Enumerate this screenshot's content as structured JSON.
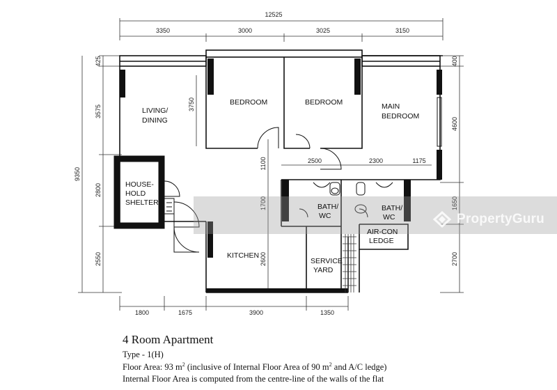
{
  "dimensions": {
    "overall_width": "12525",
    "top": [
      "3350",
      "3000",
      "3025",
      "3150"
    ],
    "bottom": [
      "1800",
      "1675",
      "3900",
      "1350"
    ],
    "left": [
      "425",
      "3575",
      "2800",
      "2550"
    ],
    "left_total": "9350",
    "right": [
      "400",
      "4600",
      "1650",
      "2700"
    ],
    "interior": {
      "living_depth": "3750",
      "corridor_top": "2500",
      "corridor_mid": "2300",
      "corridor_right": "1175",
      "door_gap": "1100",
      "bath_height": "1700",
      "kitchen_depth": "2600"
    }
  },
  "rooms": {
    "living_line1": "LIVING/",
    "living_line2": "DINING",
    "bedroom1": "BEDROOM",
    "bedroom2": "BEDROOM",
    "main_bedroom_line1": "MAIN",
    "main_bedroom_line2": "BEDROOM",
    "shelter_line1": "HOUSE-",
    "shelter_line2": "HOLD",
    "shelter_line3": "SHELTER",
    "bath1_line1": "BATH/",
    "bath1_line2": "WC",
    "bath2_line1": "BATH/",
    "bath2_line2": "WC",
    "aircon_line1": "AIR-CON",
    "aircon_line2": "LEDGE",
    "kitchen": "KITCHEN",
    "service_line1": "SERVICE",
    "service_line2": "YARD"
  },
  "caption": {
    "title": "4 Room Apartment",
    "type": "Type - 1(H)",
    "floor_area_prefix": "Floor Area: 93 m",
    "floor_area_sup": "2",
    "floor_area_mid": "  (inclusive of Internal Floor Area of 90 m",
    "floor_area_sup2": "2",
    "floor_area_suffix": " and A/C ledge)",
    "note": "Internal Floor Area is computed from the centre-line of the walls of the flat"
  },
  "watermark": {
    "text": "PropertyGuru",
    "icon": "propertyguru-logo-icon"
  }
}
